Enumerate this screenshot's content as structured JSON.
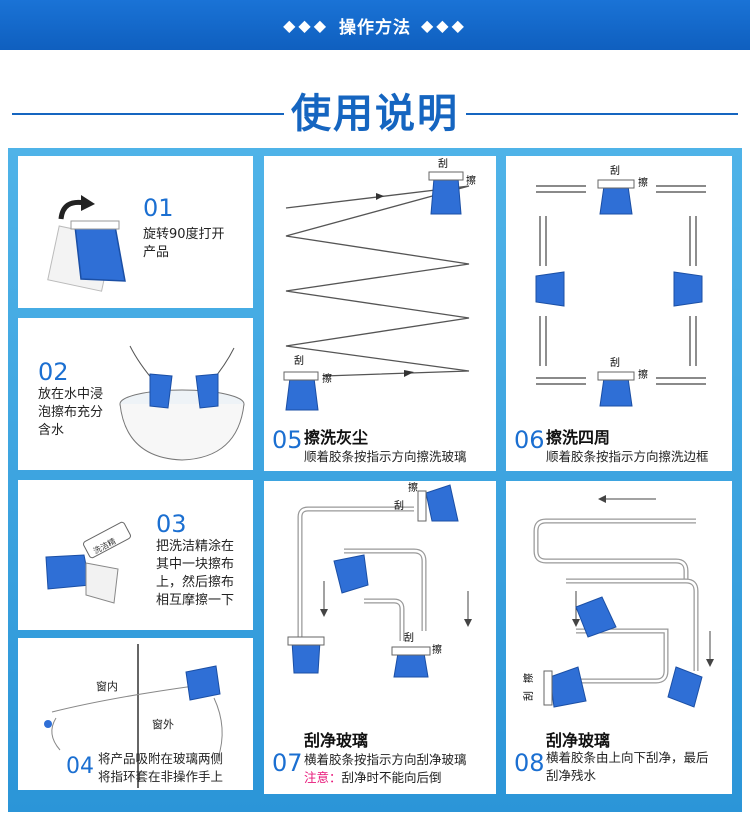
{
  "header": {
    "diamonds_left": "◆◆◆",
    "title": "操作方法",
    "diamonds_right": "◆◆◆"
  },
  "main_title": "使用说明",
  "labels": {
    "scrape": "刮",
    "wipe": "擦",
    "inside": "窗内",
    "outside": "窗外",
    "cleaner": "洗洁精"
  },
  "steps": [
    {
      "num": "01",
      "lines": [
        "旋转90度打开",
        "产品"
      ]
    },
    {
      "num": "02",
      "lines": [
        "放在水中浸",
        "泡擦布充分",
        "含水"
      ]
    },
    {
      "num": "03",
      "lines": [
        "把洗洁精涂在",
        "其中一块擦布",
        "上，然后擦布",
        "相互摩擦一下"
      ]
    },
    {
      "num": "04",
      "lines": [
        "将产品吸附在玻璃两侧",
        "将指环套在非操作手上"
      ]
    },
    {
      "num": "05",
      "title": "擦洗灰尘",
      "sub": "顺着胶条按指示方向擦洗玻璃"
    },
    {
      "num": "06",
      "title": "擦洗四周",
      "sub": "顺着胶条按指示方向擦洗边框"
    },
    {
      "num": "07",
      "title": "刮净玻璃",
      "sub": "横着胶条按指示方向刮净玻璃",
      "note_label": "注意：",
      "note": "刮净时不能向后倒"
    },
    {
      "num": "08",
      "title": "刮净玻璃",
      "lines": [
        "横着胶条由上向下刮净，最后",
        "刮净残水"
      ]
    }
  ],
  "colors": {
    "banner": "#1a73d6",
    "accent": "#1565c0",
    "panel": "#3aa5e0",
    "tool_blue": "#2f6fd6",
    "note": "#e8187a"
  }
}
